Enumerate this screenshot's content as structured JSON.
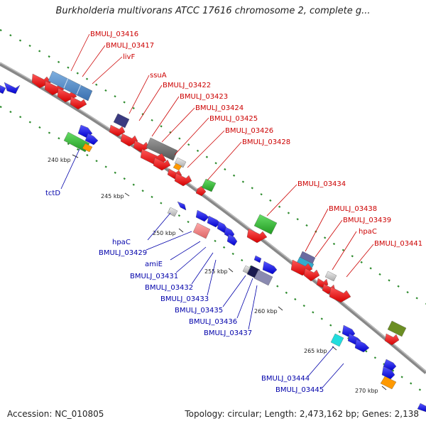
{
  "title": "Burkholderia multivorans ATCC 17616 chromosome 2, complete g...",
  "footer": {
    "accession": "Accession: NC_010805",
    "topology": "Topology: circular; Length: 2,473,162 bp; Genes: 2,138"
  },
  "ticks": [
    "240 kbp",
    "245 kbp",
    "250 kbp",
    "255 kbp",
    "260 kbp",
    "265 kbp",
    "270 kbp"
  ],
  "labels_plus": [
    "BMULJ_03416",
    "BMULJ_03417",
    "livF",
    "ssuA",
    "BMULJ_03422",
    "BMULJ_03423",
    "BMULJ_03424",
    "BMULJ_03425",
    "BMULJ_03426",
    "BMULJ_03428",
    "BMULJ_03434",
    "BMULJ_03438",
    "BMULJ_03439",
    "hpaC",
    "BMULJ_03441"
  ],
  "labels_minus": [
    "tctD",
    "hpaC",
    "BMULJ_03429",
    "amiE",
    "BMULJ_03431",
    "BMULJ_03432",
    "BMULJ_03433",
    "BMULJ_03435",
    "BMULJ_03436",
    "BMULJ_03437",
    "BMULJ_03444",
    "BMULJ_03445"
  ],
  "colors": {
    "plus_label": "#cc0000",
    "minus_label": "#0000aa",
    "backbone": "#888888",
    "red": "#ee1111",
    "blue": "#1a1add",
    "green": "#33bb33",
    "grey": "#666666"
  }
}
